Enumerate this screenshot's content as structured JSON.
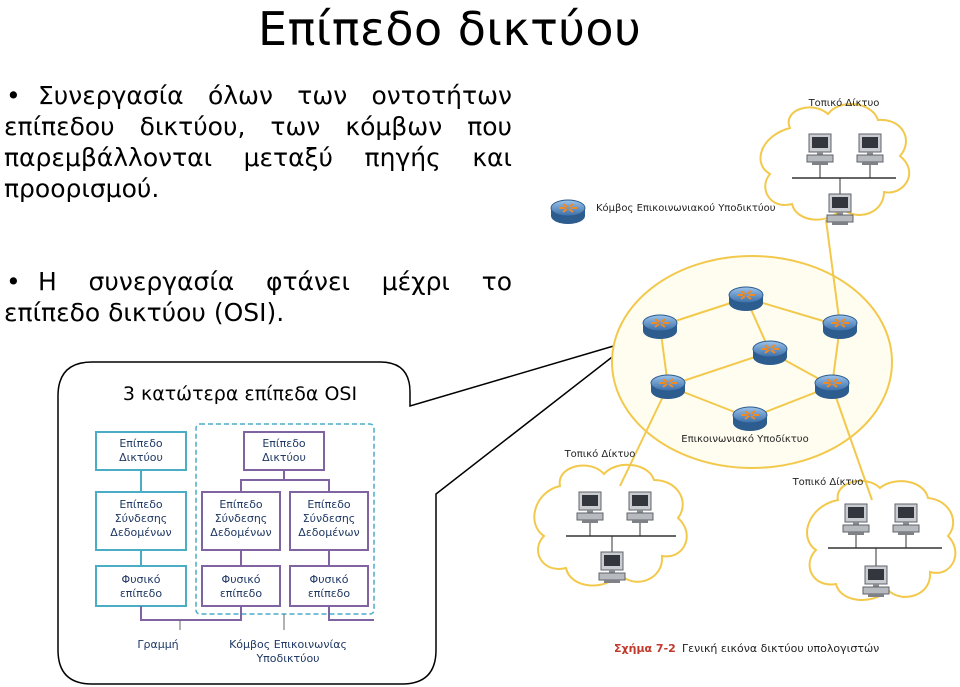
{
  "slide": {
    "title": "Επίπεδο δικτύου",
    "bullets": [
      {
        "lines": [
          [
            "Συνεργασία",
            "όλων",
            "των",
            "οντοτήτων"
          ],
          [
            "επίπεδου",
            "δικτύου,",
            "των",
            "κόμβων",
            "που"
          ],
          [
            "παρεμβάλλονται",
            "μεταξύ",
            "πηγής",
            "και"
          ],
          [
            "προορισμού."
          ]
        ]
      },
      {
        "lines": [
          [
            "Η",
            "συνεργασία",
            "φτάνει",
            "μέχρι",
            "το"
          ],
          [
            "επίπεδο δικτύου (OSI)."
          ]
        ]
      }
    ]
  },
  "osi_diagram": {
    "callout_title": "3 κατώτερα επίπεδα OSI",
    "left_column": [
      "Επίπεδο Δικτύου",
      "Επίπεδο Σύνδεσης Δεδομένων",
      "Φυσικό επίπεδο"
    ],
    "node_network": "Επίπεδο Δικτύου",
    "node_datalink_left": "Επίπεδο Σύνδεσης Δεδομένων",
    "node_datalink_right": "Επίπεδο Σύνδεσης Δεδομένων",
    "node_physical_left": "Φυσικό επίπεδο",
    "node_physical_right": "Φυσικό επίπεδο",
    "label_line": "Γραμμή",
    "label_node": "Κόμβος Επικοινωνίας Υποδικτύου"
  },
  "network_figure": {
    "legend_router": "Κόμβος Επικοινωνιακού Υποδικτύου",
    "lan_top": "Τοπικό Δίκτυο",
    "lan_left": "Τοπικό Δίκτυο",
    "lan_right": "Τοπικό Δίκτυο",
    "subnet_label": "Επικοινωνιακό Υποδίκτυο",
    "caption_number": "Σχήμα 7-2",
    "caption_text": "Γενική εικόνα δικτύου υπολογιστών",
    "colors": {
      "box_border": "#4bacc6",
      "node_border": "#8064a2",
      "cloud": "#f2c94c",
      "caption_red": "#c0392b",
      "router": "#3b6ea8"
    }
  }
}
